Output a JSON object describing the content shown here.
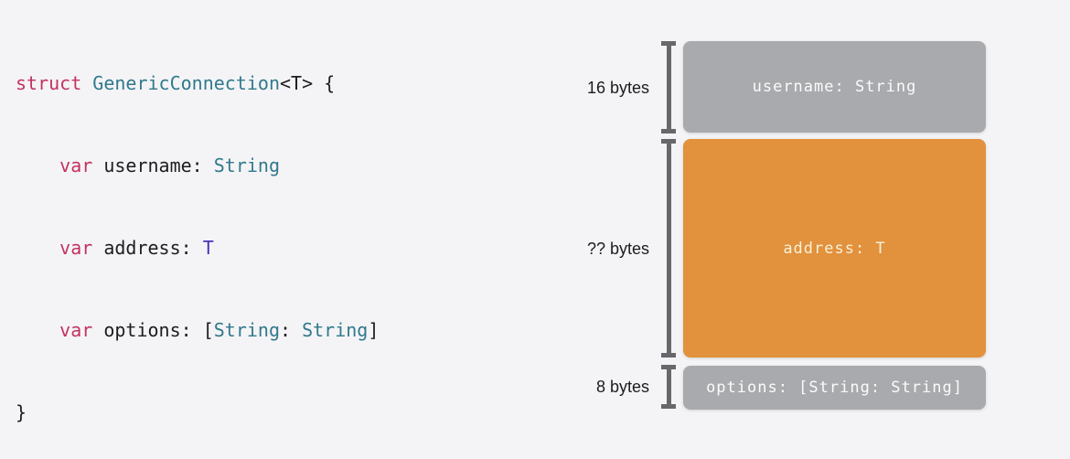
{
  "page": {
    "background_color": "#f4f4f6"
  },
  "code": {
    "colors": {
      "keyword": "#c5325f",
      "type": "#31798c",
      "generic_param": "#4636b5",
      "plain": "#1d1d1f"
    },
    "lines": [
      {
        "tokens": [
          {
            "t": "struct"
          },
          {
            "t": " "
          },
          {
            "t": "GenericConnection"
          },
          {
            "t": "<T> {"
          }
        ]
      },
      {
        "tokens": [
          {
            "t": "    "
          },
          {
            "t": "var"
          },
          {
            "t": " username: "
          },
          {
            "t": "String"
          }
        ]
      },
      {
        "tokens": [
          {
            "t": "    "
          },
          {
            "t": "var"
          },
          {
            "t": " address: "
          },
          {
            "t": "T"
          }
        ]
      },
      {
        "tokens": [
          {
            "t": "    "
          },
          {
            "t": "var"
          },
          {
            "t": " options: ["
          },
          {
            "t": "String"
          },
          {
            "t": ": "
          },
          {
            "t": "String"
          },
          {
            "t": "]"
          }
        ]
      },
      {
        "tokens": [
          {
            "t": "}"
          }
        ]
      }
    ]
  },
  "diagram": {
    "bracket_color": "#67676c",
    "label_color": "#1c1c1e",
    "rows": [
      {
        "size_label": "16 bytes",
        "box_label": "username: String",
        "box_color": "#a9aaad",
        "text_color": "#fbfbfb"
      },
      {
        "size_label": "?? bytes",
        "box_label": "address: T",
        "box_color": "#e2913c",
        "text_color": "#f7f2da"
      },
      {
        "size_label": "8 bytes",
        "box_label": "options: [String: String]",
        "box_color": "#a9aaad",
        "text_color": "#fbfbfb"
      }
    ]
  }
}
